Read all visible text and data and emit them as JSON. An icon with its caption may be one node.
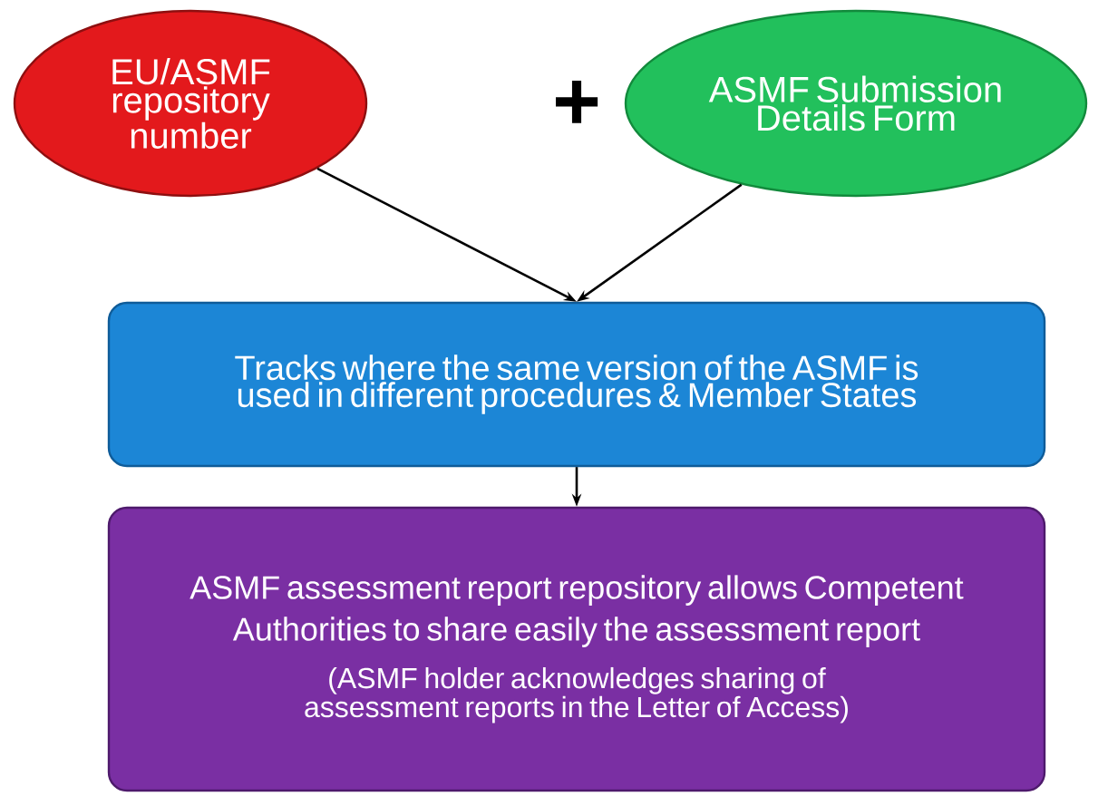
{
  "diagram": {
    "nodes": [
      {
        "text": [
          "EU/ASMF repository number"
        ]
      },
      {
        "text": [
          "ASMF Submission Details Form"
        ]
      },
      {
        "text": [
          "Tracks where the same version of the ASMF is used in different procedures & Member States"
        ]
      },
      {
        "text": [
          "ASMF assessment report repository allows Competent Authorities to share easily the assessment report",
          "(ASMF holder acknowledges sharing of assessment reports in the Letter of Access)"
        ]
      }
    ],
    "edges": [
      {
        "from": 0,
        "to": 2,
        "arrow": "to"
      },
      {
        "from": 1,
        "to": 2,
        "arrow": "to"
      },
      {
        "from": 2,
        "to": 3,
        "arrow": "to"
      }
    ],
    "labels": [
      "+"
    ]
  }
}
